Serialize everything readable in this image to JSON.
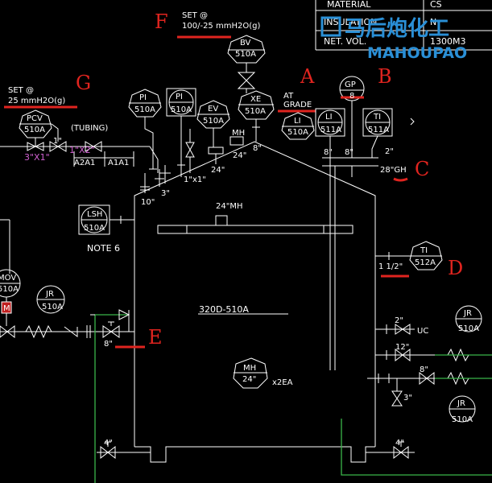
{
  "table": {
    "rows": [
      {
        "label": "MATERIAL",
        "value": "CS"
      },
      {
        "label": "INSULATION",
        "value": "N"
      },
      {
        "label": "NET. VOL.",
        "value": "1300M3"
      }
    ]
  },
  "watermark": {
    "cn": "马后炮化工",
    "en": "MAHOUPAO"
  },
  "callouts": {
    "A": "A",
    "B": "B",
    "C": "C",
    "D": "D",
    "E": "E",
    "F": "F",
    "G": "G"
  },
  "set_f": {
    "line1": "SET @",
    "line2": "100/-25 mmH2O(g)"
  },
  "set_g": {
    "line1": "SET @",
    "line2": "25 mmH2O(g)"
  },
  "instruments": {
    "bv": {
      "tag": "BV",
      "num": "510A"
    },
    "xe": {
      "tag": "XE",
      "num": "510A"
    },
    "pi1": {
      "tag": "PI",
      "num": "510A"
    },
    "pi2": {
      "tag": "PI",
      "num": "510A"
    },
    "ev": {
      "tag": "EV",
      "num": "510A"
    },
    "pcv": {
      "tag": "PCV",
      "num": "510A"
    },
    "li1": {
      "tag": "LI",
      "num": "510A"
    },
    "li2": {
      "tag": "LI",
      "num": "511A"
    },
    "ti1": {
      "tag": "TI",
      "num": "511A"
    },
    "gp": {
      "tag": "GP",
      "num": "8"
    },
    "lsh": {
      "tag": "LSH",
      "num": "510A"
    },
    "ti2": {
      "tag": "TI",
      "num": "512A"
    },
    "mov": {
      "tag": "MOV",
      "num": "510A"
    },
    "mh": {
      "tag": "MH",
      "num": "24\""
    },
    "jr1": {
      "tag": "JR",
      "num": "510A"
    },
    "jr2": {
      "tag": "JR",
      "num": "510A"
    },
    "jr3": {
      "tag": "JR",
      "num": "510A"
    }
  },
  "labels": {
    "at": "AT",
    "grade": "GRADE",
    "tubing": "(TUBING)",
    "pipe_3x1": "3\"X1\"",
    "pipe_1x2": "1\"X2\"",
    "sz_1": "1\"",
    "a2a1": "A2A1",
    "a1a1": "A1A1",
    "sz_10": "10\"",
    "sz_3": "3\"",
    "sz_1x1": "1\"x1\"",
    "sz_24a": "24\"",
    "sz_24b": "24\"",
    "mh_top": "MH",
    "sz_8a": "8\"",
    "sz_8b": "8\"",
    "sz_8c": "8\"",
    "sz_2a": "2\"",
    "gh": "28\"GH",
    "mh_roof": "24\"MH",
    "note": "NOTE 6",
    "tank": "320D-510A",
    "sz_1half": "1 1/2\"",
    "sz_2b": "2\"",
    "uc": "UC",
    "sz_12": "12\"",
    "sz_8d": "8\"",
    "sz_3b": "3\"",
    "sz_8e": "8\"",
    "x2ea": "x2EA",
    "m": "M",
    "sz_4a": "4\"",
    "sz_4b": "4\""
  }
}
